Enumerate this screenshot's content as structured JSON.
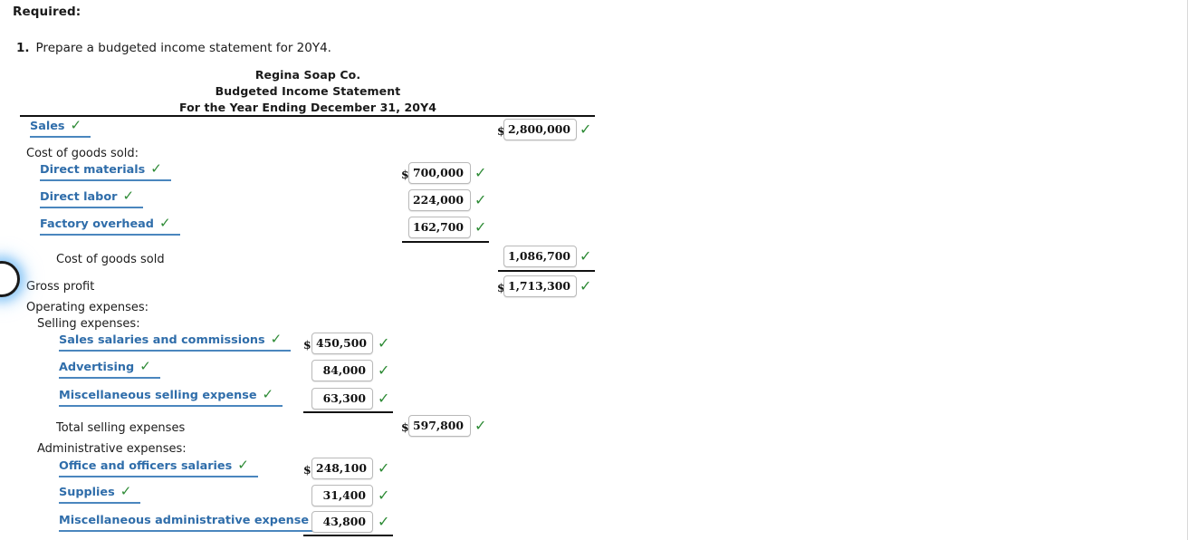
{
  "intro": {
    "required_heading": "Required:",
    "task_number": "1.",
    "task_text": "Prepare a budgeted income statement for 20Y4."
  },
  "statement": {
    "company": "Regina Soap Co.",
    "title": "Budgeted Income Statement",
    "period": "For the Year Ending December 31, 20Y4"
  },
  "icons": {
    "check": "✓"
  },
  "colors": {
    "link": "#2f6daa",
    "link_underline": "#4a86be",
    "check_green": "#2e8b36",
    "rule": "#111111",
    "box_border": "#b9b9b9"
  },
  "symbols": {
    "dollar": "$"
  },
  "rows": {
    "sales": {
      "label": "Sales",
      "amount": "2,800,000"
    },
    "cogs_header": "Cost of goods sold:",
    "direct_materials": {
      "label": "Direct materials",
      "amount": "700,000"
    },
    "direct_labor": {
      "label": "Direct labor",
      "amount": "224,000"
    },
    "factory_overhead": {
      "label": "Factory overhead",
      "amount": "162,700"
    },
    "cogs_total": {
      "label": "Cost of goods sold",
      "amount": "1,086,700"
    },
    "gross_profit": {
      "label": "Gross profit",
      "amount": "1,713,300"
    },
    "operating_expenses_header": "Operating expenses:",
    "selling_expenses_header": "Selling expenses:",
    "sales_salaries": {
      "label": "Sales salaries and commissions",
      "amount": "450,500"
    },
    "advertising": {
      "label": "Advertising",
      "amount": "84,000"
    },
    "misc_selling": {
      "label": "Miscellaneous selling expense",
      "amount": "63,300"
    },
    "total_selling": {
      "label": "Total selling expenses",
      "amount": "597,800"
    },
    "admin_expenses_header": "Administrative expenses:",
    "office_salaries": {
      "label": "Office and officers salaries",
      "amount": "248,100"
    },
    "supplies": {
      "label": "Supplies",
      "amount": "31,400"
    },
    "misc_admin": {
      "label": "Miscellaneous administrative expense",
      "amount": "43,800"
    }
  }
}
